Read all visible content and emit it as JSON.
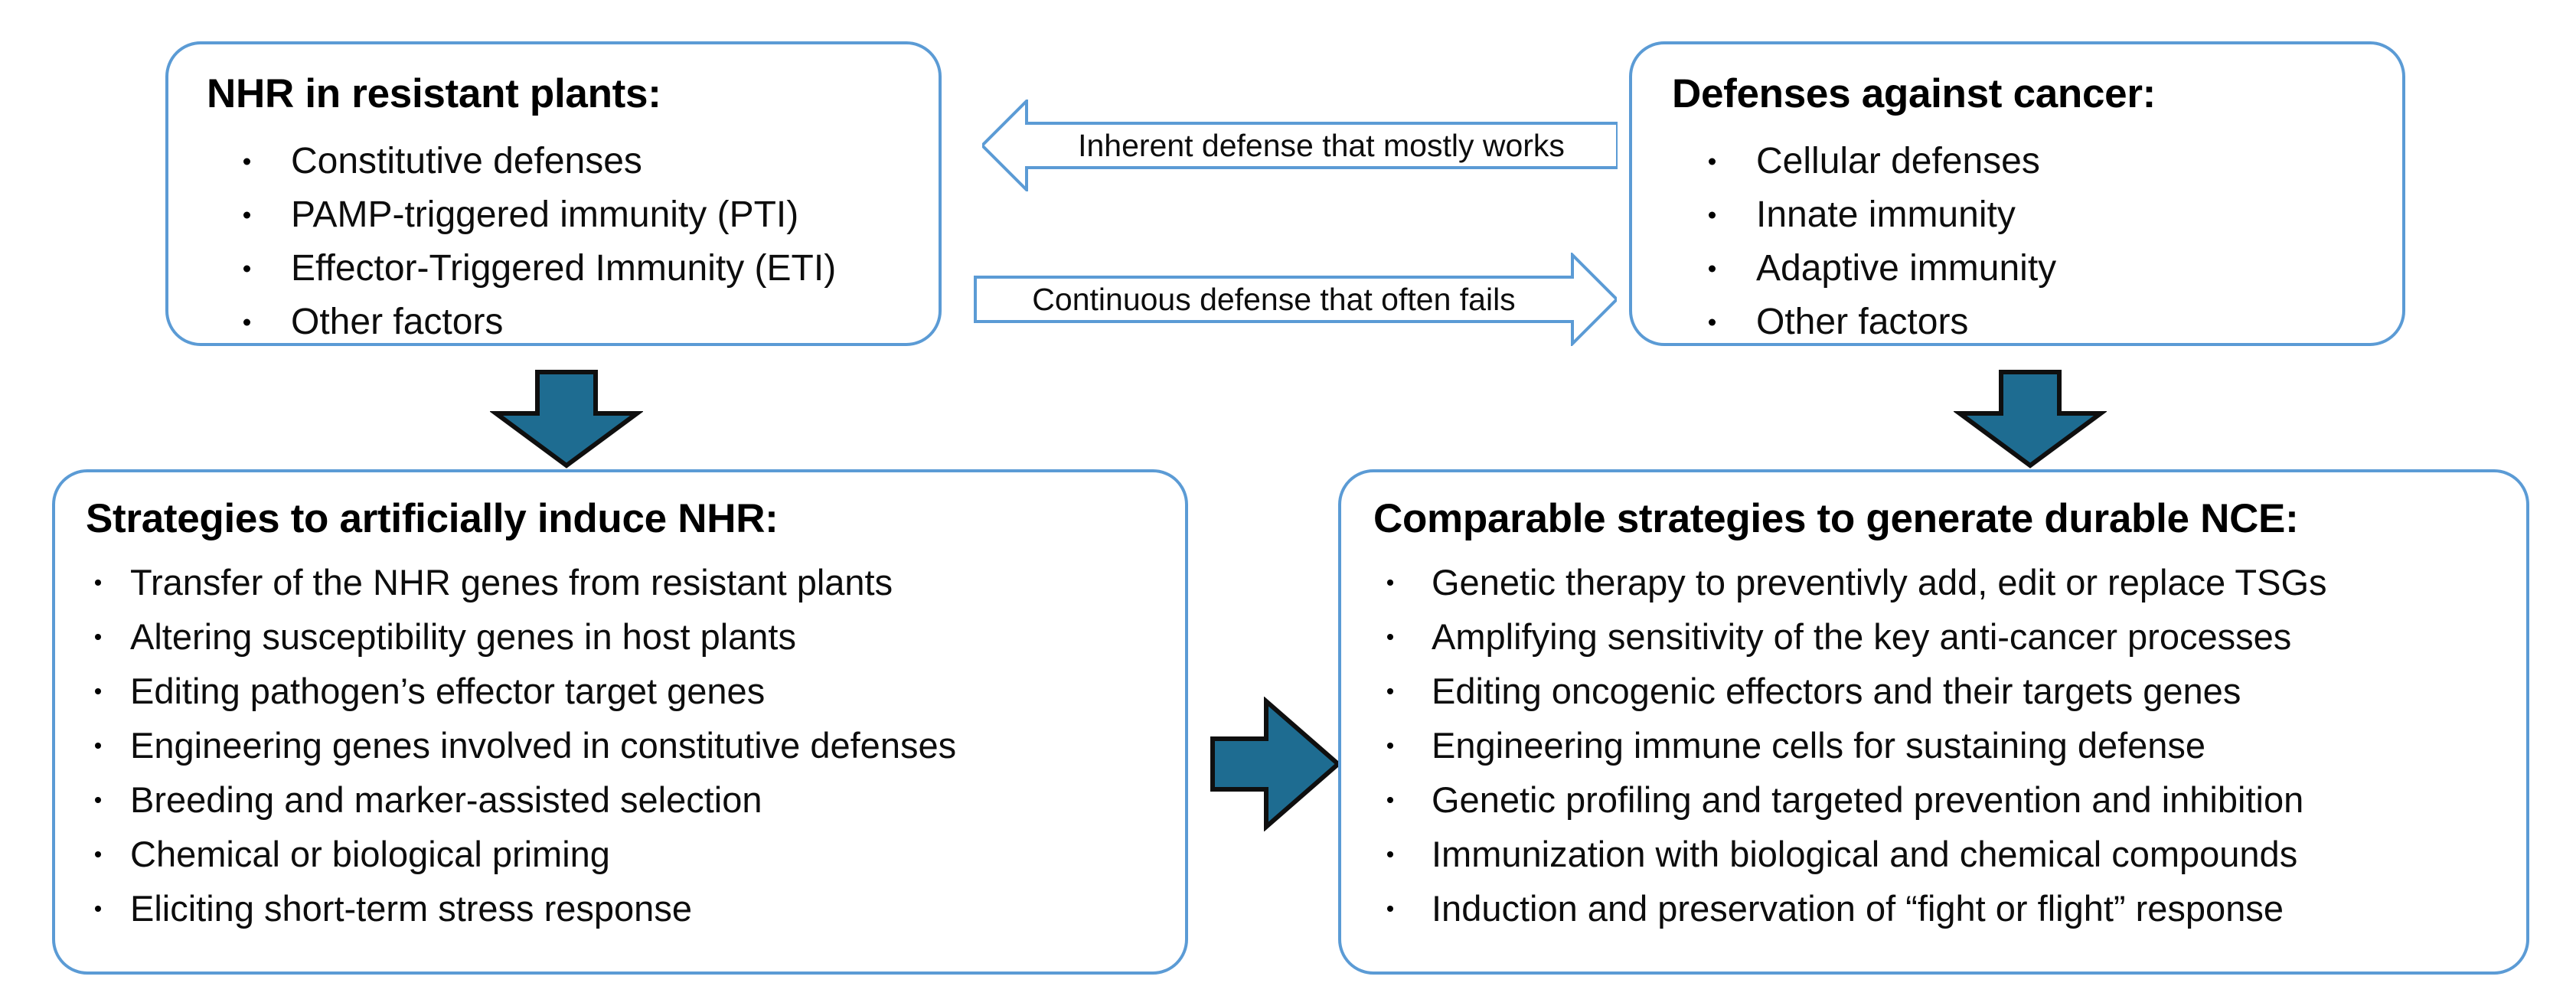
{
  "theme": {
    "box_border_color": "#5B9BD5",
    "solid_arrow_fill": "#1E6C91",
    "solid_arrow_stroke": "#0F0F0F",
    "outline_arrow_stroke": "#5B9BD5",
    "text_color": "#000000",
    "background": "#FFFFFF"
  },
  "boxes": {
    "nhr_plants": {
      "title": "NHR in resistant plants:",
      "bullets": [
        "Constitutive defenses",
        "PAMP-triggered immunity (PTI)",
        "Effector-Triggered Immunity (ETI)",
        "Other factors"
      ]
    },
    "cancer_defenses": {
      "title": "Defenses against cancer:",
      "bullets": [
        "Cellular defenses",
        "Innate immunity",
        "Adaptive immunity",
        "Other factors"
      ]
    },
    "strategies_nhr": {
      "title": "Strategies to artificially induce NHR:",
      "bullets": [
        "Transfer of the NHR genes from resistant plants",
        "Altering susceptibility genes in host plants",
        "Editing pathogen’s effector target genes",
        "Engineering genes involved in constitutive defenses",
        "Breeding and marker-assisted selection",
        "Chemical or biological priming",
        "Eliciting short-term stress response"
      ]
    },
    "strategies_nce": {
      "title": "Comparable strategies to generate durable NCE:",
      "bullets": [
        "Genetic therapy to preventivly add, edit or replace TSGs",
        "Amplifying sensitivity of the key anti-cancer processes",
        "Editing oncogenic effectors and their targets genes",
        "Engineering immune cells for sustaining defense",
        "Genetic profiling and targeted prevention and inhibition",
        "Immunization with biological and chemical compounds",
        "Induction and preservation of “fight or flight” response"
      ]
    }
  },
  "connectors": {
    "inherent_defense": {
      "label": "Inherent defense that mostly works",
      "direction": "left"
    },
    "continuous_defense": {
      "label": "Continuous defense that often fails",
      "direction": "right"
    },
    "down_left": {
      "label": "",
      "direction": "down"
    },
    "down_right": {
      "label": "",
      "direction": "down"
    },
    "right_middle": {
      "label": "",
      "direction": "right"
    }
  }
}
